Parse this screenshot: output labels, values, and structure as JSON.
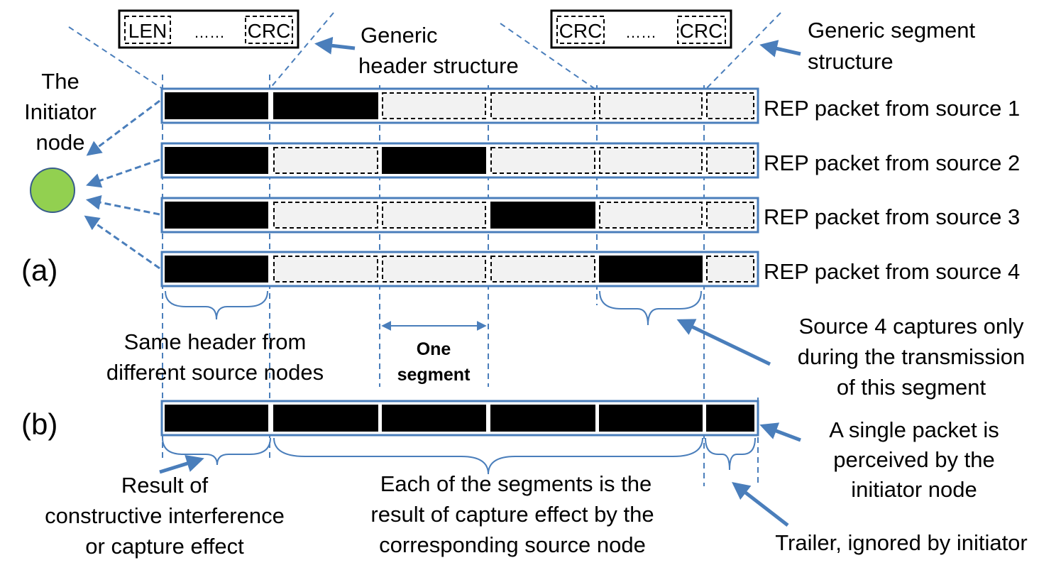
{
  "colors": {
    "accent": "#4a7ebb",
    "dashed_line": "#4a7ebb",
    "filled_segment": "#000000",
    "empty_segment": "#f2f2f2",
    "node": "#92d050"
  },
  "header_structure": {
    "first_field": "LEN",
    "ellipsis": "……",
    "last_field": "CRC"
  },
  "segment_structure": {
    "first_field": "CRC",
    "ellipsis": "……",
    "last_field": "CRC"
  },
  "labels": {
    "generic_header": [
      "Generic",
      "header structure"
    ],
    "generic_segment": [
      "Generic segment",
      "structure"
    ],
    "initiator": [
      "The",
      "Initiator",
      "node"
    ],
    "panel_a": "(a)",
    "panel_b": "(b)",
    "same_header": [
      "Same header from",
      "different source nodes"
    ],
    "one_segment": [
      "One",
      "segment"
    ],
    "source4_capture": [
      "Source 4 captures only",
      "during the transmission",
      "of this segment"
    ],
    "single_packet": [
      "A single packet is",
      "perceived by the",
      "initiator node"
    ],
    "result_constructive": [
      "Result of",
      "constructive interference",
      "or capture effect"
    ],
    "each_segment": [
      "Each of the segments is the",
      "result of capture effect by the",
      "corresponding source node"
    ],
    "trailer": "Trailer, ignored by initiator"
  },
  "packets": [
    {
      "label": "REP packet from source 1",
      "captured_segment": 1
    },
    {
      "label": "REP packet from source 2",
      "captured_segment": 2
    },
    {
      "label": "REP packet from source 3",
      "captured_segment": 3
    },
    {
      "label": "REP packet from source 4",
      "captured_segment": 4
    }
  ]
}
